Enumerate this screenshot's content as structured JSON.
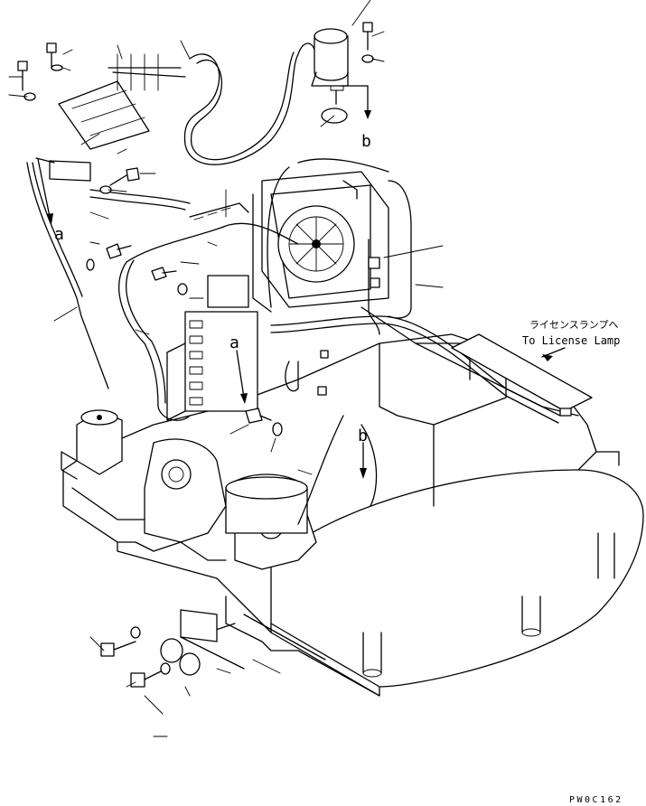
{
  "callouts": {
    "a_top": "a",
    "a_mid": "a",
    "b_top": "b",
    "b_mid": "b"
  },
  "note": {
    "japanese": "ライセンスランプへ",
    "english": "To License Lamp"
  },
  "drawing_code": "PW0C162"
}
